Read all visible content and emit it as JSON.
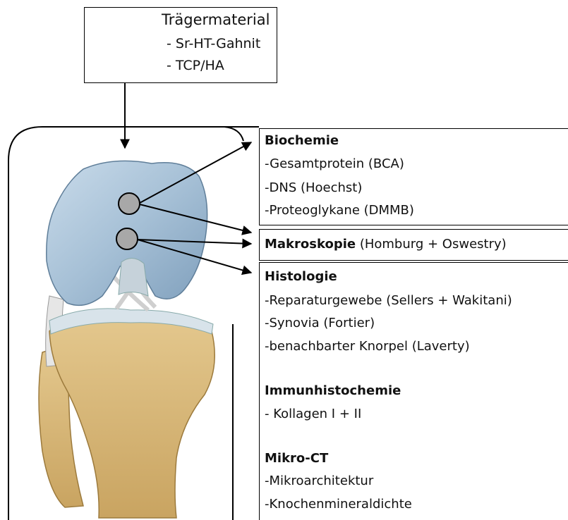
{
  "carrier": {
    "title": "Trägermaterial",
    "items": [
      "- Sr-HT-Gahnit",
      "- TCP/HA"
    ]
  },
  "biochemistry": {
    "title": "Biochemie",
    "items": [
      "-Gesamtprotein (BCA)",
      "-DNS (Hoechst)",
      "-Proteoglykane (DMMB)"
    ]
  },
  "macroscopy": {
    "title": "Makroskopie",
    "detail": " (Homburg + Oswestry)"
  },
  "histology": {
    "title": "Histologie",
    "items": [
      "-Reparaturgewebe (Sellers + Wakitani)",
      "-Synovia (Fortier)",
      "-benachbarter Knorpel (Laverty)"
    ]
  },
  "immunohistochemistry": {
    "title": "Immunhistochemie",
    "items": [
      "- Kollagen I + II"
    ]
  },
  "micro_ct": {
    "title": "Mikro-CT",
    "items": [
      "-Mikroarchitektur",
      "-Knochenmineraldichte"
    ]
  },
  "colors": {
    "cartilage": "#a9c3d9",
    "bone": "#d9b97a",
    "defect": "#a8a8a8",
    "cylinder": "#8a8a8a"
  }
}
